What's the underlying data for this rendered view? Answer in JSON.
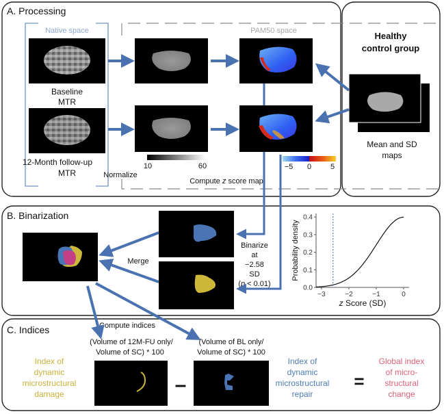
{
  "sections": {
    "processing": "A. Processing",
    "binarization": "B. Binarization",
    "indices": "C. Indices"
  },
  "spaces": {
    "native": "Native space",
    "pam50": "PAM50 space"
  },
  "healthy": {
    "title_line1": "Healthy",
    "title_line2": "control group",
    "maps_line1": "Mean and SD",
    "maps_line2": "maps"
  },
  "native_labels": {
    "baseline_1": "Baseline",
    "baseline_2": "MTR",
    "followup_1": "12-Month follow-up",
    "followup_2": "MTR"
  },
  "steps": {
    "normalize": "Normalize",
    "compute_z_pre": "Compute ",
    "compute_z_italic": "z",
    "compute_z_post": " score map",
    "binarize_1": "Binarize",
    "binarize_2": "at",
    "binarize_3": "−2.58",
    "binarize_4": "SD",
    "binarize_5_pre": "(",
    "binarize_5_italic": "p",
    "binarize_5_post": " < 0.01)",
    "merge": "Merge",
    "compute_indices": "Compute indices"
  },
  "colorbars": {
    "gray_min": "10",
    "gray_max": "60",
    "z_min": "−5",
    "z_mid": "0",
    "z_max": "5"
  },
  "formulas": {
    "fu_1": "(Volume of 12M-FU only/",
    "fu_2": "Volume of SC) * 100",
    "bl_1": "(Volume of BL only/",
    "bl_2": "Volume of SC) * 100"
  },
  "index_labels": {
    "damage": [
      "Index of",
      "dynamic",
      "microstructural",
      "damage"
    ],
    "repair": [
      "Index of",
      "dynamic",
      "microstructural",
      "repair"
    ],
    "global": [
      "Global index",
      "of micro-",
      "structural",
      "change"
    ],
    "minus": "–",
    "equals": "="
  },
  "colors": {
    "damage": "#c9b23c",
    "repair": "#4f7bb5",
    "global": "#e0607a",
    "native_frame": "#6f93c4",
    "arrow": "#4a72b0",
    "mask_blue": "#4a74b3",
    "mask_yellow": "#cdb83a",
    "mask_pink": "#c43f86"
  },
  "chart_data": {
    "type": "line",
    "title": "",
    "xlabel_italic": "z",
    "xlabel_rest": " Score (SD)",
    "ylabel": "Probability density",
    "xlim": [
      -3.2,
      0.2
    ],
    "ylim": [
      0,
      0.42
    ],
    "xticks": [
      "−3",
      "−2",
      "−1",
      "0"
    ],
    "yticks": [
      "0.0",
      "0.1",
      "0.2",
      "0.3",
      "0.4"
    ],
    "threshold": -2.58,
    "curve": "standard normal density, left half"
  }
}
